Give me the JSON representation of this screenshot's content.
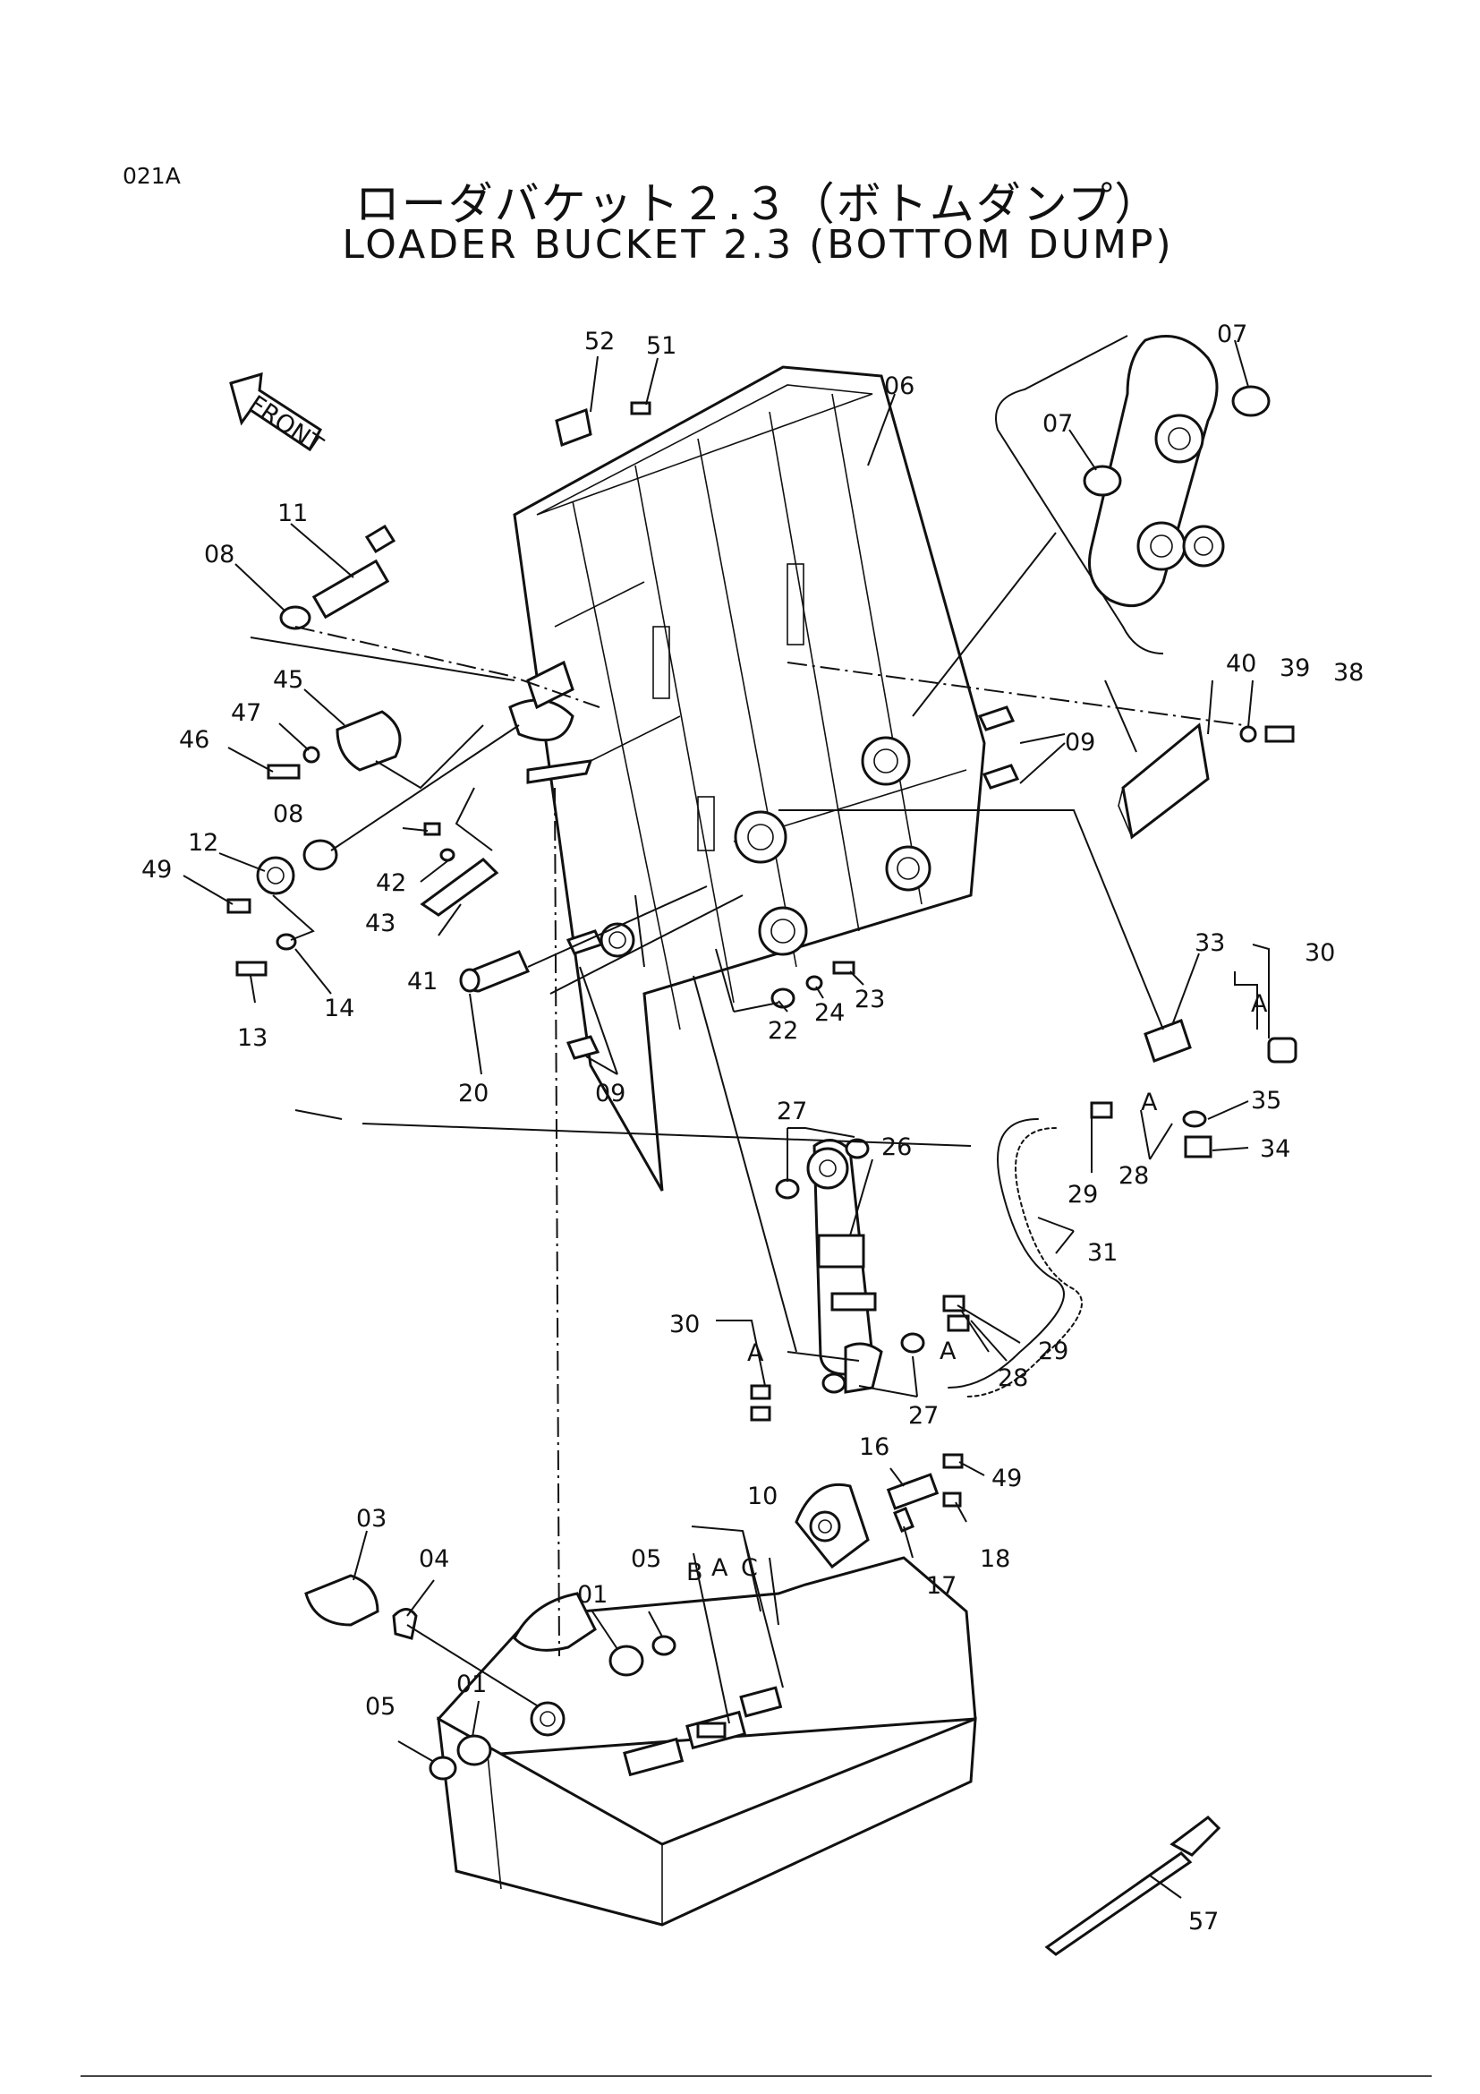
{
  "page_code": "021A",
  "title_jp": "ローダバケット２.３（ボトムダンプ）",
  "title_en": "LOADER BUCKET 2.3 (BOTTOM DUMP)",
  "front_label": "FRONT",
  "callouts": {
    "p01a": "01",
    "p01b": "01",
    "p03": "03",
    "p04": "04",
    "p05a": "05",
    "p05b": "05",
    "p06": "06",
    "p07a": "07",
    "p07b": "07",
    "p08a": "08",
    "p08b": "08",
    "p09a": "09",
    "p09b": "09",
    "p10": "10",
    "p11": "11",
    "p12": "12",
    "p13": "13",
    "p14": "14",
    "p16": "16",
    "p17": "17",
    "p18": "18",
    "p20": "20",
    "p22": "22",
    "p23": "23",
    "p24": "24",
    "p26": "26",
    "p27a": "27",
    "p27b": "27",
    "p28a": "28",
    "p28b": "28",
    "p29a": "29",
    "p29b": "29",
    "p30a": "30",
    "p30b": "30",
    "p31": "31",
    "p33": "33",
    "p34": "34",
    "p35": "35",
    "p38": "38",
    "p39": "39",
    "p40": "40",
    "p41": "41",
    "p42": "42",
    "p43": "43",
    "p45": "45",
    "p46": "46",
    "p47": "47",
    "p49a": "49",
    "p49b": "49",
    "p51": "51",
    "p52": "52",
    "p57": "57"
  },
  "sub_letters": {
    "a1": "A",
    "a2": "A",
    "a3": "A",
    "a4": "A",
    "a5": "A",
    "b1": "B",
    "c1": "C"
  }
}
